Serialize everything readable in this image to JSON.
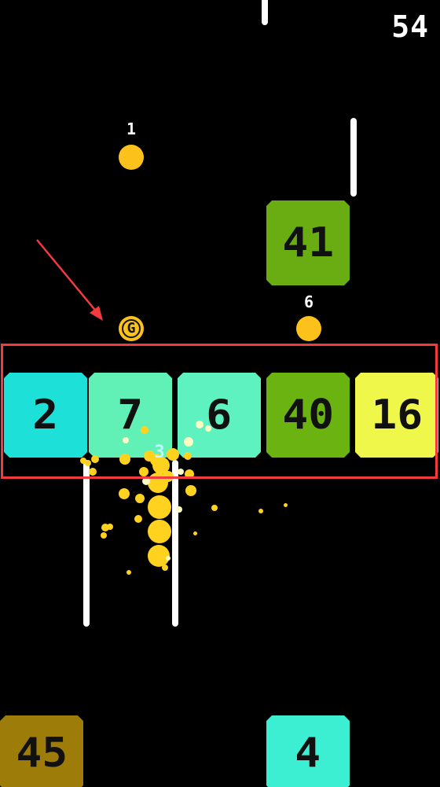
{
  "score": "54",
  "row_blocks": [
    {
      "value": "2",
      "color": "#1de0d8"
    },
    {
      "value": "7",
      "color": "#61f0b5"
    },
    {
      "value": "6",
      "color": "#5ef2c0"
    },
    {
      "value": "40",
      "color": "#6bb311"
    },
    {
      "value": "16",
      "color": "#eef74a"
    }
  ],
  "upper_block": {
    "value": "41",
    "color": "#69ad13"
  },
  "bottom_blocks": [
    {
      "value": "45",
      "color": "#9e7c0a"
    },
    {
      "value": "4",
      "color": "#3cefd2"
    }
  ],
  "pickups": {
    "dot_top_label": "1",
    "dot_right_label": "6",
    "snake_length": "3",
    "g_icon_label": "G"
  },
  "colors": {
    "snake": "#fcc21b",
    "highlight": "#f23a3f",
    "wall": "#ffffff"
  }
}
